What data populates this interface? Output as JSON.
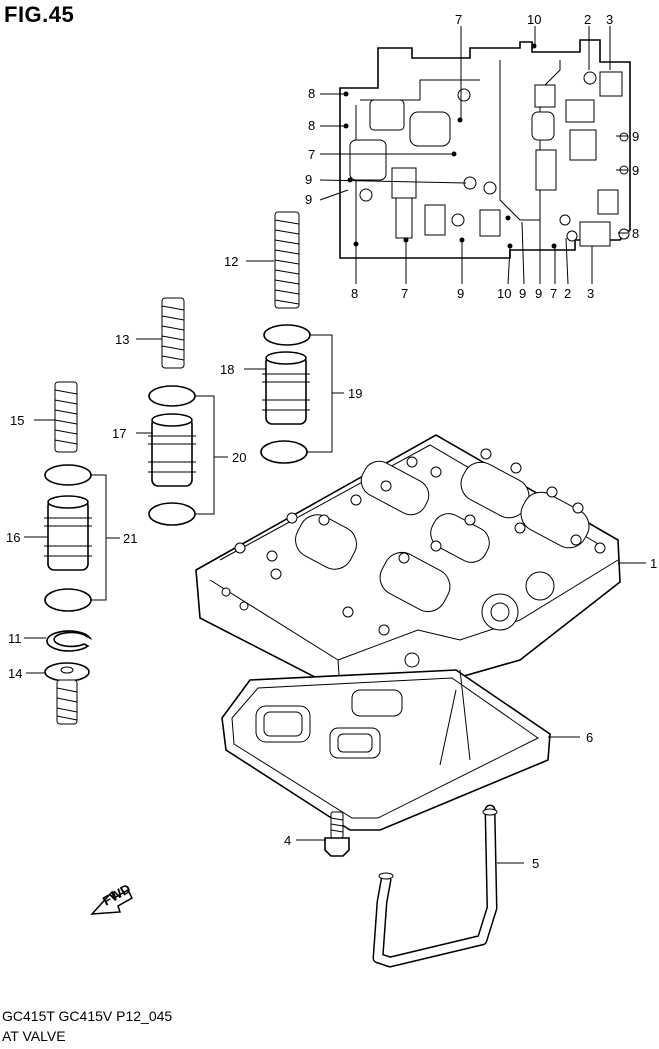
{
  "figure": {
    "title": "FIG.45",
    "caption_line1": "GC415T GC415V P12_045",
    "caption_line2": "AT VALVE",
    "fwd_label": "FWD"
  },
  "callouts": {
    "c1": "1",
    "c2": "2",
    "c3": "3",
    "c4": "4",
    "c5": "5",
    "c6": "6",
    "c7": "7",
    "c8": "8",
    "c9": "9",
    "c10": "10",
    "c11": "11",
    "c12": "12",
    "c13": "13",
    "c14": "14",
    "c15": "15",
    "c16": "16",
    "c17": "17",
    "c18": "18",
    "c19": "19",
    "c20": "20",
    "c21": "21"
  }
}
